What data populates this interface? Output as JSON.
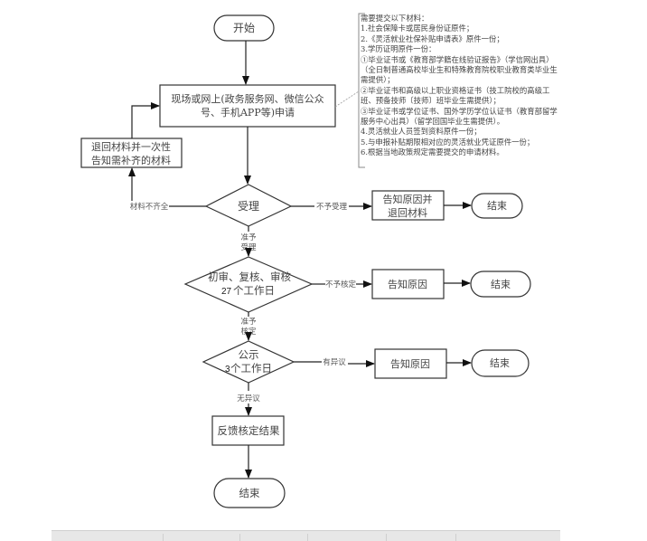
{
  "nodes": {
    "start": "开始",
    "apply": [
      "现场或网上(政务服务网、微信公众",
      "号、手机APP等)申请"
    ],
    "return_materials": [
      "退回材料并一次性",
      "告知需补齐的材料"
    ],
    "accept": "受理",
    "reject_accept": [
      "告知原因并",
      "退回材料"
    ],
    "end1": "结束",
    "review": [
      "初审、复核、审核",
      "个工作日"
    ],
    "review_days": "27",
    "reject_review": "告知原因",
    "end2": "结束",
    "publicity": [
      "公示",
      "个工作日"
    ],
    "publicity_days": "3",
    "reject_publicity": "告知原因",
    "end3": "结束",
    "feedback": "反馈核定结果",
    "end4": "结束"
  },
  "edge_labels": {
    "incomplete": "材料不齐全",
    "not_accepted": "不予受理",
    "accepted": [
      "准予",
      "受理"
    ],
    "not_approved": "不予核定",
    "approved": [
      "准予",
      "核定"
    ],
    "objection": "有异议",
    "no_objection": "无异议"
  },
  "note": {
    "lines": [
      "需要提交以下材料：",
      "1.社会保障卡或居民身份证原件；",
      "2.《灵活就业社保补贴申请表》原件一份；",
      "3.学历证明原件一份：",
      "①毕业证书或《教育部学籍在线验证报告》（学信网出具）（全日制普通高校毕业生和特殊教育院校职业教育类毕业生需提供）；",
      "②毕业证书和高级以上职业资格证书（技工院校的高级工班、预备技师〔技师〕班毕业生需提供）；",
      "③毕业证书或学位证书、国外学历学位认证书（教育部留学服务中心出具）（留学回国毕业生需提供）。",
      "4.灵活就业人员签到资料原件一份；",
      "5.与申报补贴期限相对应的灵活就业凭证原件一份；",
      "6.根据当地政策规定需要提交的申请材料。"
    ]
  }
}
